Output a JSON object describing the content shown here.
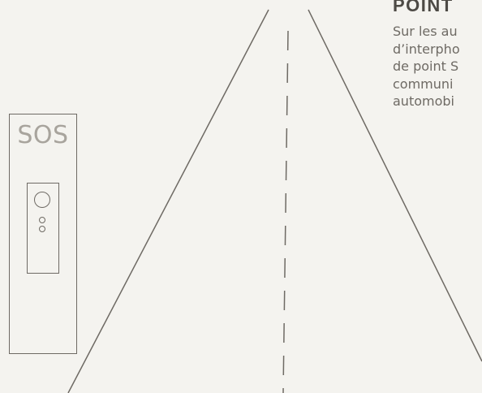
{
  "sign": {
    "label": "SOS"
  },
  "text_block": {
    "heading": "POINT",
    "lines": [
      "Sur les au",
      "d’interpho",
      "de point S",
      "communi",
      "automobi"
    ]
  },
  "colors": {
    "background": "#f4f3ef",
    "line": "#6e6a64",
    "sign_text": "#a8a49d",
    "heading": "#4d4a45"
  }
}
